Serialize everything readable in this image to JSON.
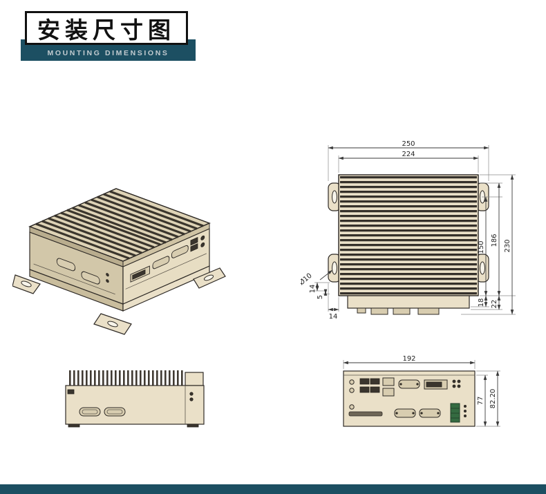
{
  "header": {
    "title": "安装尺寸图",
    "subtitle": "MOUNTING DIMENSIONS"
  },
  "colors": {
    "banner": "#1c4f62",
    "banner_text": "#c2cbd0",
    "device_fill": "#eae0c8",
    "line": "#2e2a26",
    "dim": "#3a3a3a"
  },
  "top_view": {
    "d250": "250",
    "d224": "224",
    "d150": "150",
    "d186": "186",
    "d230": "230",
    "d10": "Ø10",
    "d14v": "14",
    "d5": "5",
    "d14h": "14",
    "d18": "18",
    "d22": "22"
  },
  "front_view": {
    "d192": "192",
    "d77": "77",
    "d8220": "82.20"
  }
}
